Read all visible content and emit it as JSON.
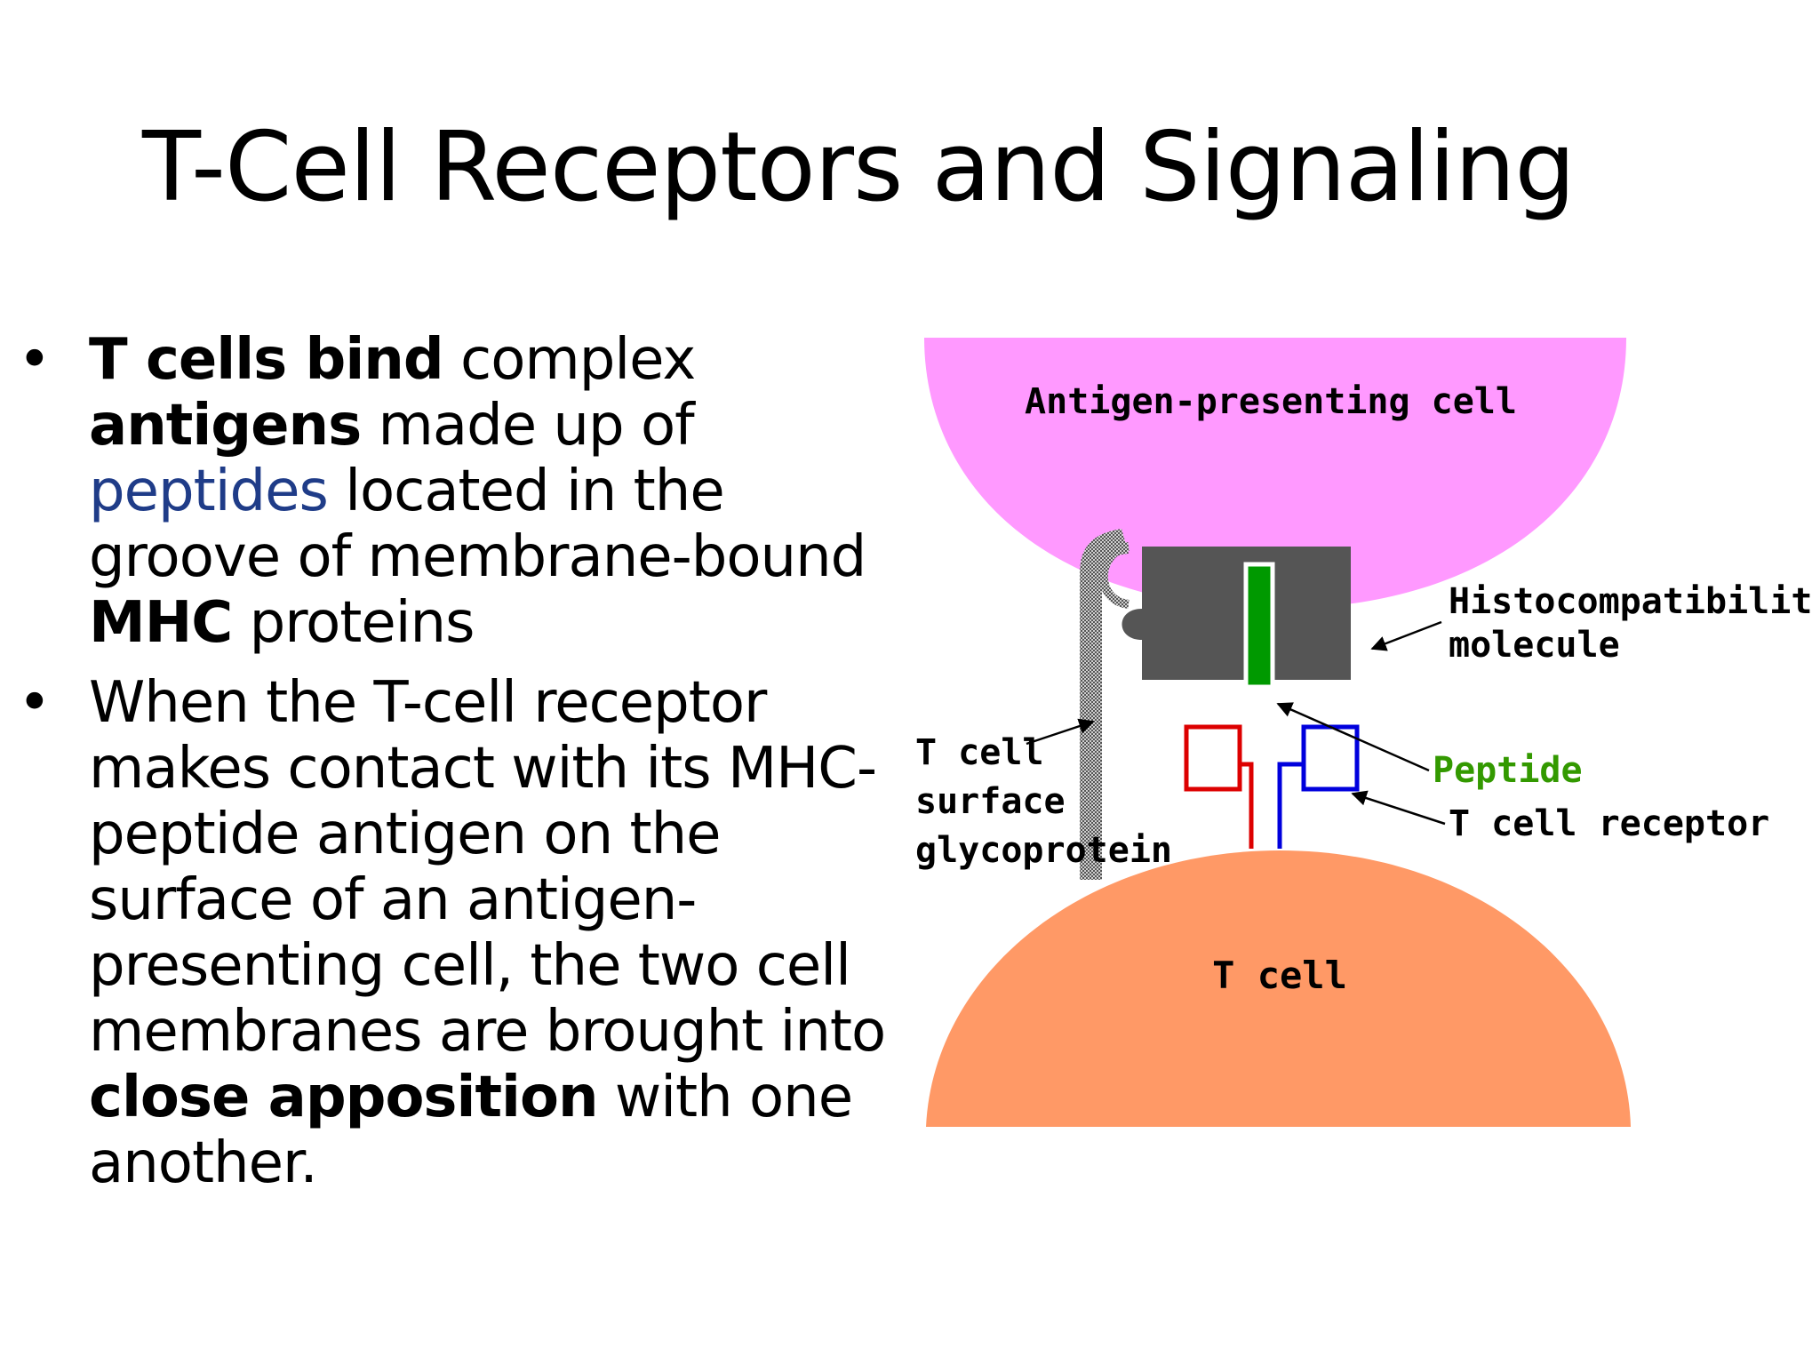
{
  "slide": {
    "title": "T-Cell Receptors and Signaling",
    "bullets": [
      {
        "parts": [
          {
            "text": "T cells bind",
            "style": "bold"
          },
          {
            "text": " complex ",
            "style": "normal"
          },
          {
            "text": "antigens",
            "style": "bold"
          },
          {
            "text": " made up of ",
            "style": "normal"
          },
          {
            "text": "peptides",
            "style": "blue"
          },
          {
            "text": " located in the groove of membrane-bound ",
            "style": "normal"
          },
          {
            "text": "MHC",
            "style": "bold"
          },
          {
            "text": " proteins",
            "style": "normal"
          }
        ]
      },
      {
        "parts": [
          {
            "text": "When the T-cell receptor makes contact with its MHC-peptide antigen on the surface of an antigen-presenting cell, the two cell membranes are brought into ",
            "style": "normal"
          },
          {
            "text": "close apposition",
            "style": "bold"
          },
          {
            "text": " with one another.",
            "style": "normal"
          }
        ]
      }
    ]
  },
  "diagram": {
    "labels": {
      "apc": "Antigen-presenting cell",
      "histo_line1": "Histocompatibility",
      "histo_line2": "molecule",
      "peptide": "Peptide",
      "tcr": "T cell receptor",
      "glyco_line1": "T cell",
      "glyco_line2": "surface",
      "glyco_line3": "glycoprotein",
      "tcell": "T cell"
    },
    "colors": {
      "apc": "#ff99ff",
      "tcell": "#ff9966",
      "mhc": "#555555",
      "peptide": "#009900",
      "peptide_label": "#339900",
      "tcr_red": "#dd0000",
      "tcr_blue": "#0000dd",
      "glycoprotein": "#888888"
    }
  }
}
